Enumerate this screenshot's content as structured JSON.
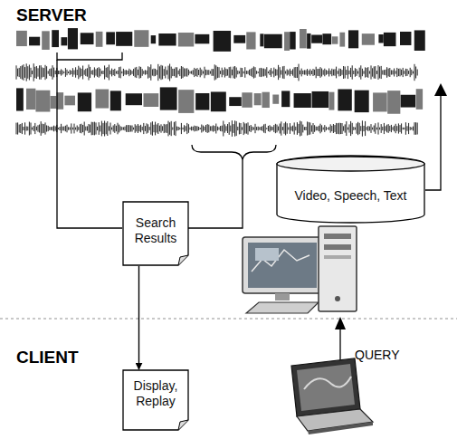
{
  "diagram": {
    "nodes": [
      {
        "text": [
          "Search Results"
        ]
      },
      {
        "text": [
          "Display, Replay"
        ]
      },
      {
        "text": [
          "Video, Speech, Text"
        ]
      }
    ],
    "edges": [
      {
        "from": 0,
        "to": 1,
        "arrow": "to"
      }
    ],
    "labels": [
      "SERVER",
      "CLIENT",
      "QUERY"
    ]
  }
}
